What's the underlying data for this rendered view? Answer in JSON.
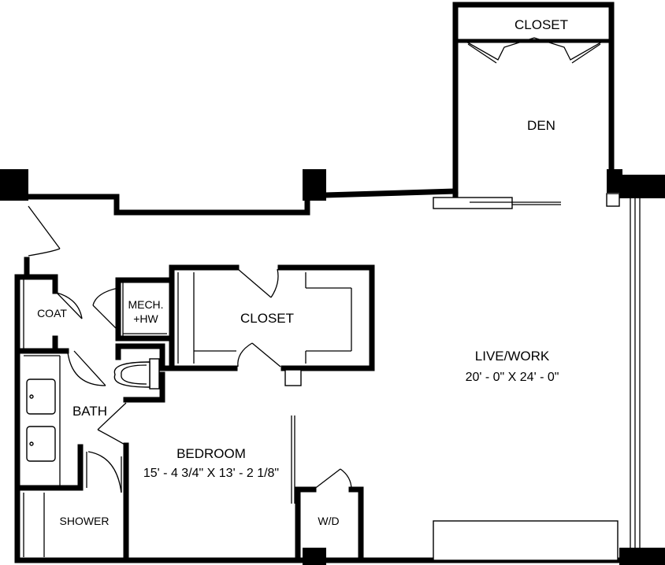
{
  "rooms": {
    "closet_den": "CLOSET",
    "den": "DEN",
    "live_work": "LIVE/WORK",
    "live_work_dim": "20' - 0\" X 24' - 0\"",
    "coat": "COAT",
    "mech_line1": "MECH.",
    "mech_line2": "+HW",
    "closet_main": "CLOSET",
    "bath": "BATH",
    "bedroom": "BEDROOM",
    "bedroom_dim": "15' - 4 3/4\" X 13' - 2 1/8\"",
    "shower": "SHOWER",
    "wd": "W/D"
  }
}
